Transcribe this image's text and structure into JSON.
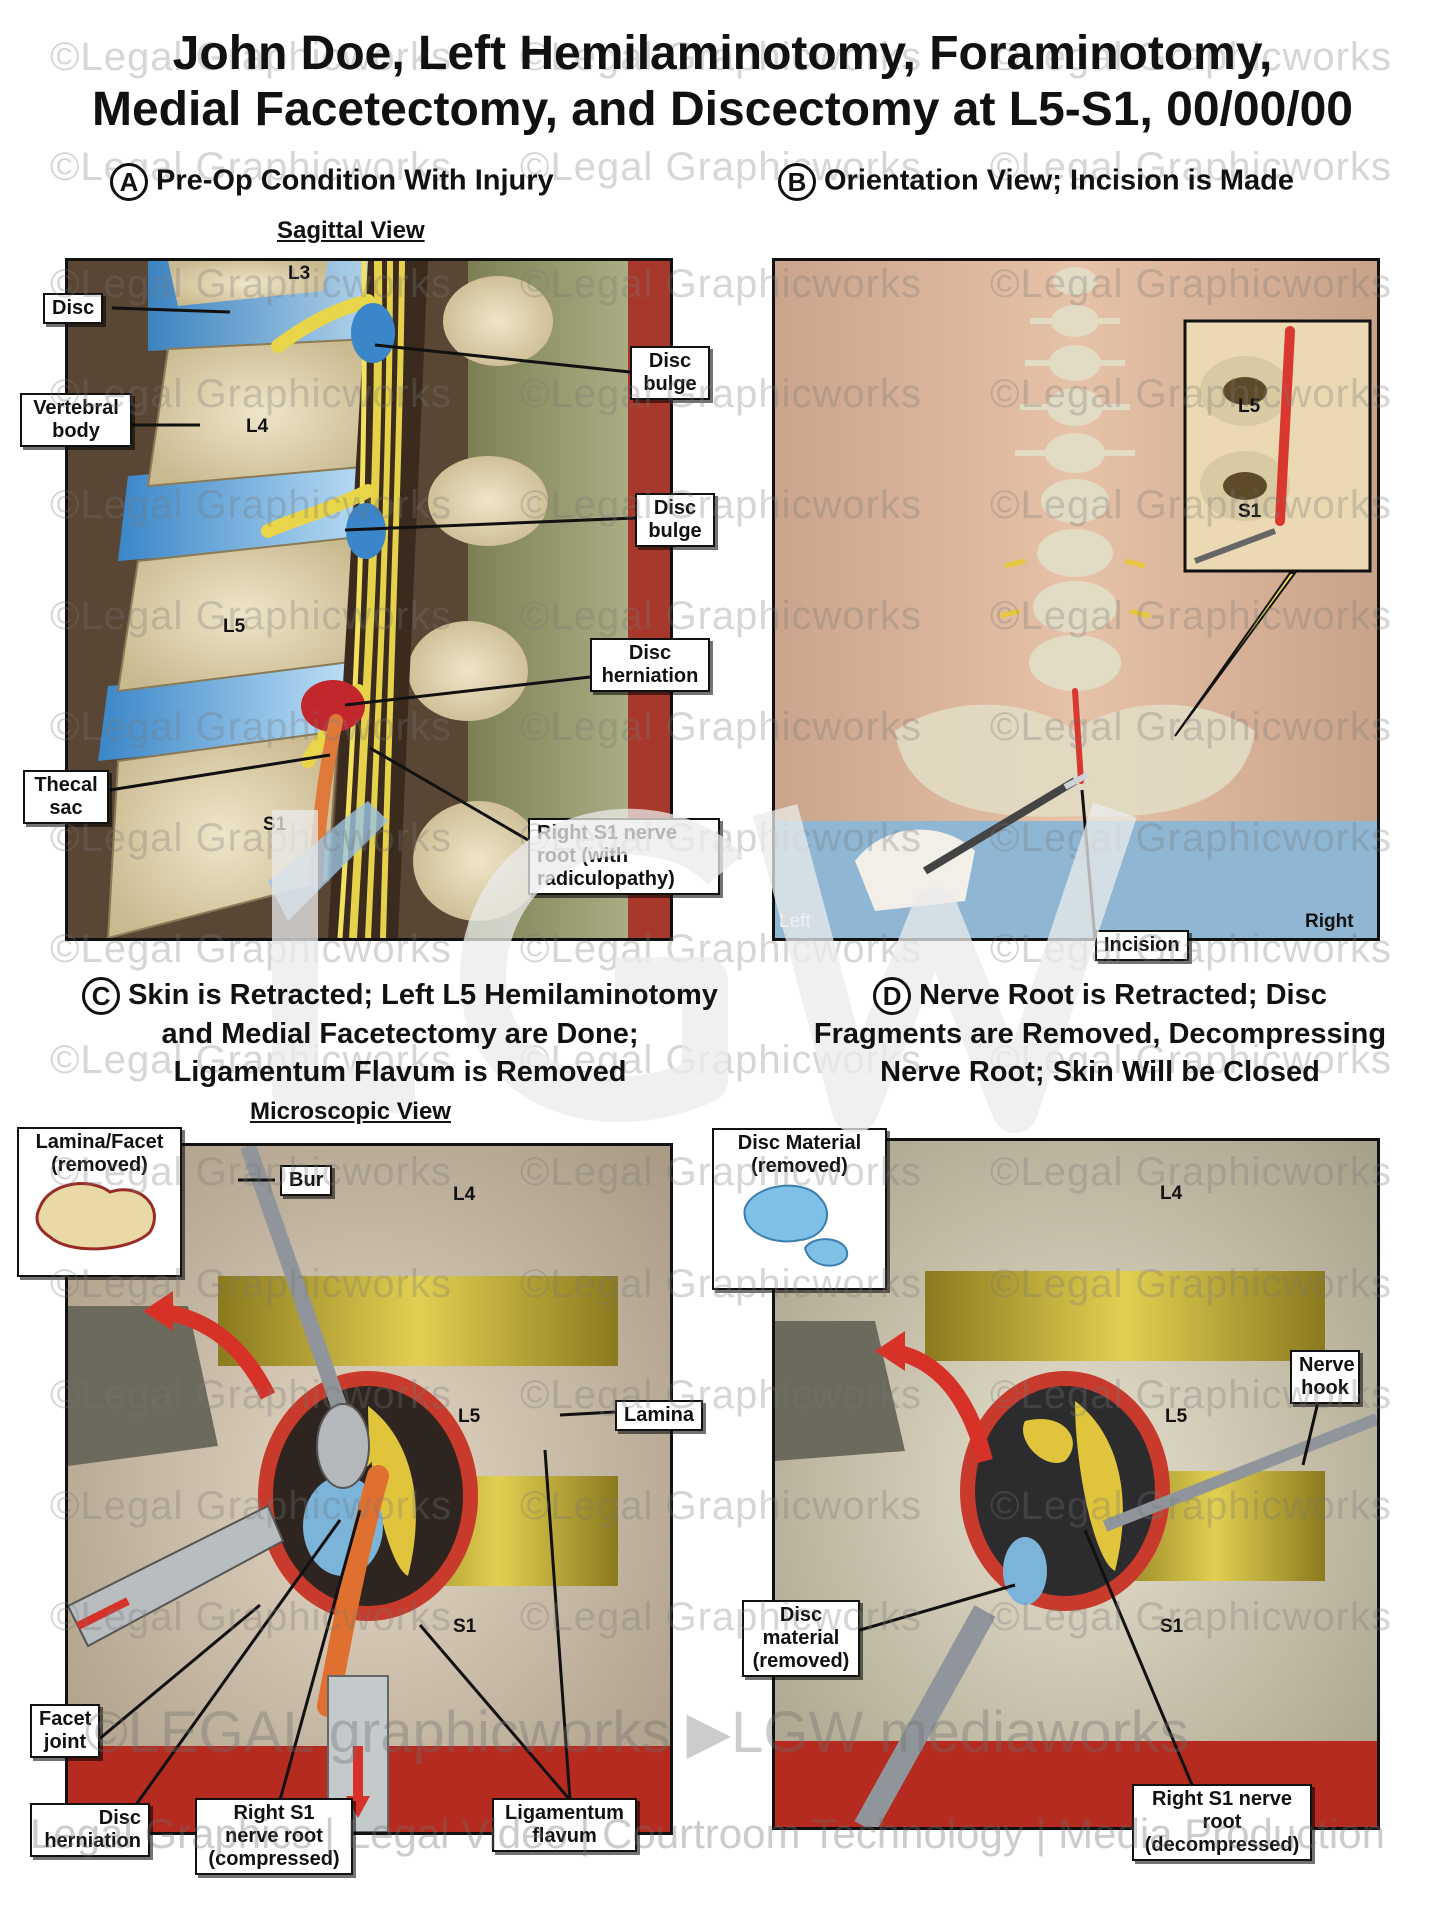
{
  "title": {
    "line1": "John Doe, Left Hemilaminotomy, Foraminotomy,",
    "line2": "Medial Facetectomy, and Discectomy at L5-S1, 00/00/00"
  },
  "sections": {
    "a": {
      "letter": "A",
      "heading": "Pre-Op Condition With Injury",
      "subheading": "Sagittal View"
    },
    "b": {
      "letter": "B",
      "heading": "Orientation View; Incision is Made"
    },
    "c": {
      "letter": "C",
      "line1": "Skin is Retracted; Left L5 Hemilaminotomy",
      "line2": "and Medial Facetectomy are Done;",
      "line3": "Ligamentum Flavum is Removed",
      "subheading": "Microscopic View"
    },
    "d": {
      "letter": "D",
      "line1": "Nerve Root is Retracted; Disc",
      "line2": "Fragments are Removed, Decompressing",
      "line3": "Nerve Root; Skin Will be Closed"
    }
  },
  "panel_a": {
    "labels": {
      "disc": "Disc",
      "vertebral_body": "Vertebral body",
      "disc_bulge_1": "Disc bulge",
      "disc_bulge_2": "Disc bulge",
      "disc_herniation": "Disc herniation",
      "thecal_sac": "Thecal sac",
      "right_s1": "Right S1 nerve root (with radiculopathy)"
    },
    "vertebrae": {
      "l3": "L3",
      "l4": "L4",
      "l5": "L5",
      "s1": "S1"
    }
  },
  "panel_b": {
    "left": "Left",
    "right": "Right",
    "incision": "Incision",
    "inset_l5": "L5",
    "inset_s1": "S1"
  },
  "panel_c": {
    "labels": {
      "lamina_facet": "Lamina/Facet (removed)",
      "bur": "Bur",
      "lamina": "Lamina",
      "facet_joint": "Facet joint",
      "disc_herniation": "Disc herniation",
      "right_s1": "Right S1 nerve root (compressed)",
      "ligamentum_flavum": "Ligamentum flavum"
    },
    "vertebrae": {
      "l4": "L4",
      "l5": "L5",
      "s1": "S1"
    }
  },
  "panel_d": {
    "labels": {
      "disc_material_inset": "Disc Material (removed)",
      "nerve_hook": "Nerve hook",
      "disc_material": "Disc material (removed)",
      "right_s1": "Right S1 nerve root (decompressed)"
    },
    "vertebrae": {
      "l4": "L4",
      "l5": "L5",
      "s1": "S1"
    }
  },
  "watermarks": {
    "tile": "©Legal Graphicworks",
    "brand_line": "©LEGAL graphicworks ▶LGW mediaworks",
    "footer": "Legal Graphics | Legal Video | Courtroom Technology | Media Production"
  }
}
